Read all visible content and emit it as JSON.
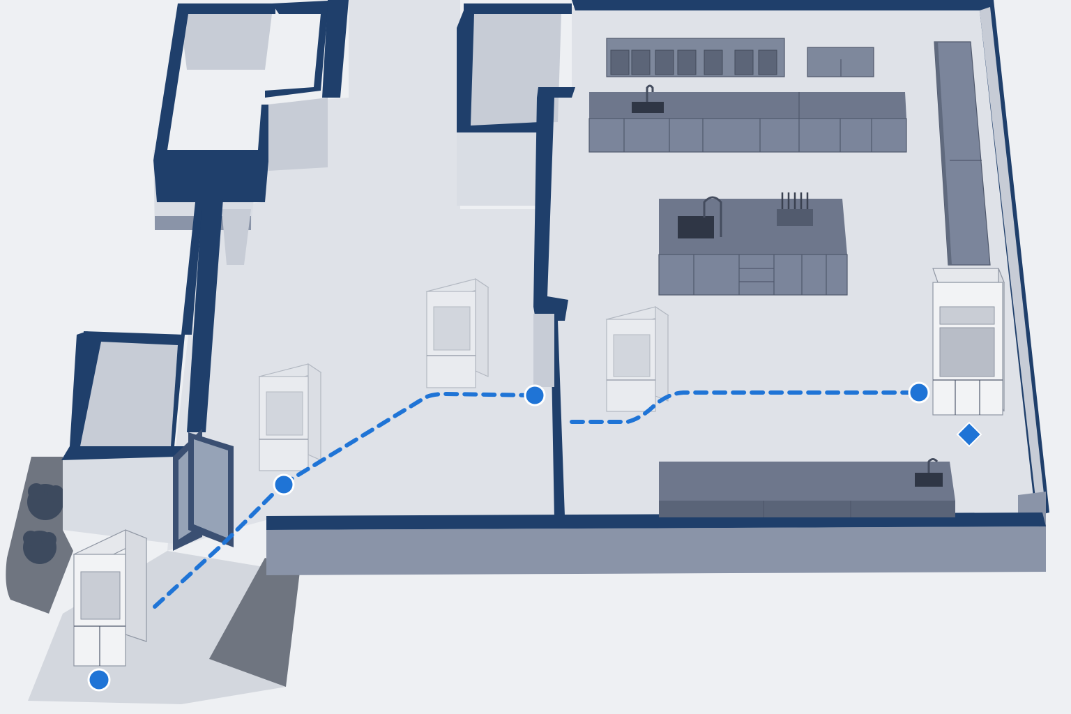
{
  "scene": {
    "type": "isometric-floor-plan",
    "colors": {
      "wall": "#1f3f6b",
      "route": "#1f74d6",
      "floor": "#dfe2e8",
      "casework": "#7b859b",
      "fume_hood": "#f2f3f5"
    },
    "rooms": [
      {
        "id": "north-west-room-1"
      },
      {
        "id": "north-west-room-2"
      },
      {
        "id": "corridor"
      },
      {
        "id": "north-small-room"
      },
      {
        "id": "lab-main"
      },
      {
        "id": "entry-vestibule"
      }
    ],
    "fixtures": [
      {
        "kind": "upper-cabinets-glass",
        "room": "lab-main"
      },
      {
        "kind": "upper-cabinet-small",
        "room": "lab-main"
      },
      {
        "kind": "back-counter-with-sink",
        "room": "lab-main"
      },
      {
        "kind": "island-bench-with-sink",
        "room": "lab-main",
        "accessory": "drying-rack"
      },
      {
        "kind": "tall-storage-cabinets",
        "room": "lab-main"
      },
      {
        "kind": "fume-hood",
        "room": "lab-main",
        "placed": true
      },
      {
        "kind": "front-counter-with-sink",
        "room": "lab-main"
      },
      {
        "kind": "glass-entry-door",
        "state": "open"
      }
    ],
    "route": {
      "style": "dashed",
      "stops": [
        {
          "id": "start",
          "location": "outside-entrance",
          "marker": "circle"
        },
        {
          "id": "entry",
          "location": "inside-door",
          "marker": "circle"
        },
        {
          "id": "corridor-stop",
          "location": "corridor-end",
          "marker": "circle"
        },
        {
          "id": "lab-stop",
          "location": "lab-main",
          "marker": "circle"
        },
        {
          "id": "destination",
          "location": "beside-installed-fume-hood",
          "marker": "diamond"
        }
      ],
      "ghost_positions": [
        "corridor-hood-1",
        "corridor-hood-2",
        "lab-hood-ghost"
      ]
    },
    "landscaping": [
      "shrub",
      "shrub",
      "gravel-bed",
      "gravel-bed"
    ]
  }
}
